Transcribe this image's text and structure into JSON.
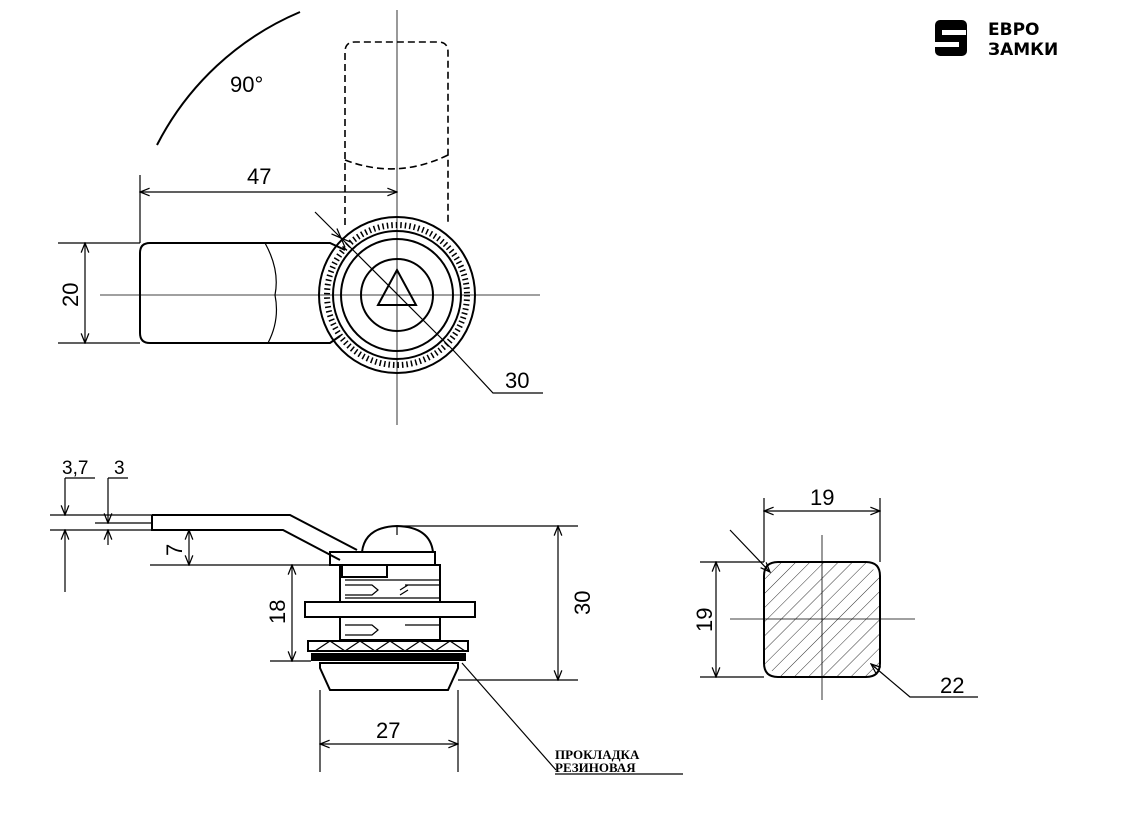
{
  "logo": {
    "line1": "ЕВРО",
    "line2": "ЗАМКИ"
  },
  "top_view": {
    "angle": "90°",
    "lever_length": "47",
    "lever_width": "20",
    "diameter": "30"
  },
  "side_view": {
    "offset_a": "3,7",
    "offset_b": "3",
    "lever_drop": "7",
    "body_height": "18",
    "total_height": "30",
    "flange_width": "27"
  },
  "gasket_label": {
    "line1": "ПРОКЛАДКА",
    "line2": "РЕЗИНОВАЯ"
  },
  "cutout_view": {
    "width": "19",
    "height": "19",
    "diagonal": "22"
  }
}
